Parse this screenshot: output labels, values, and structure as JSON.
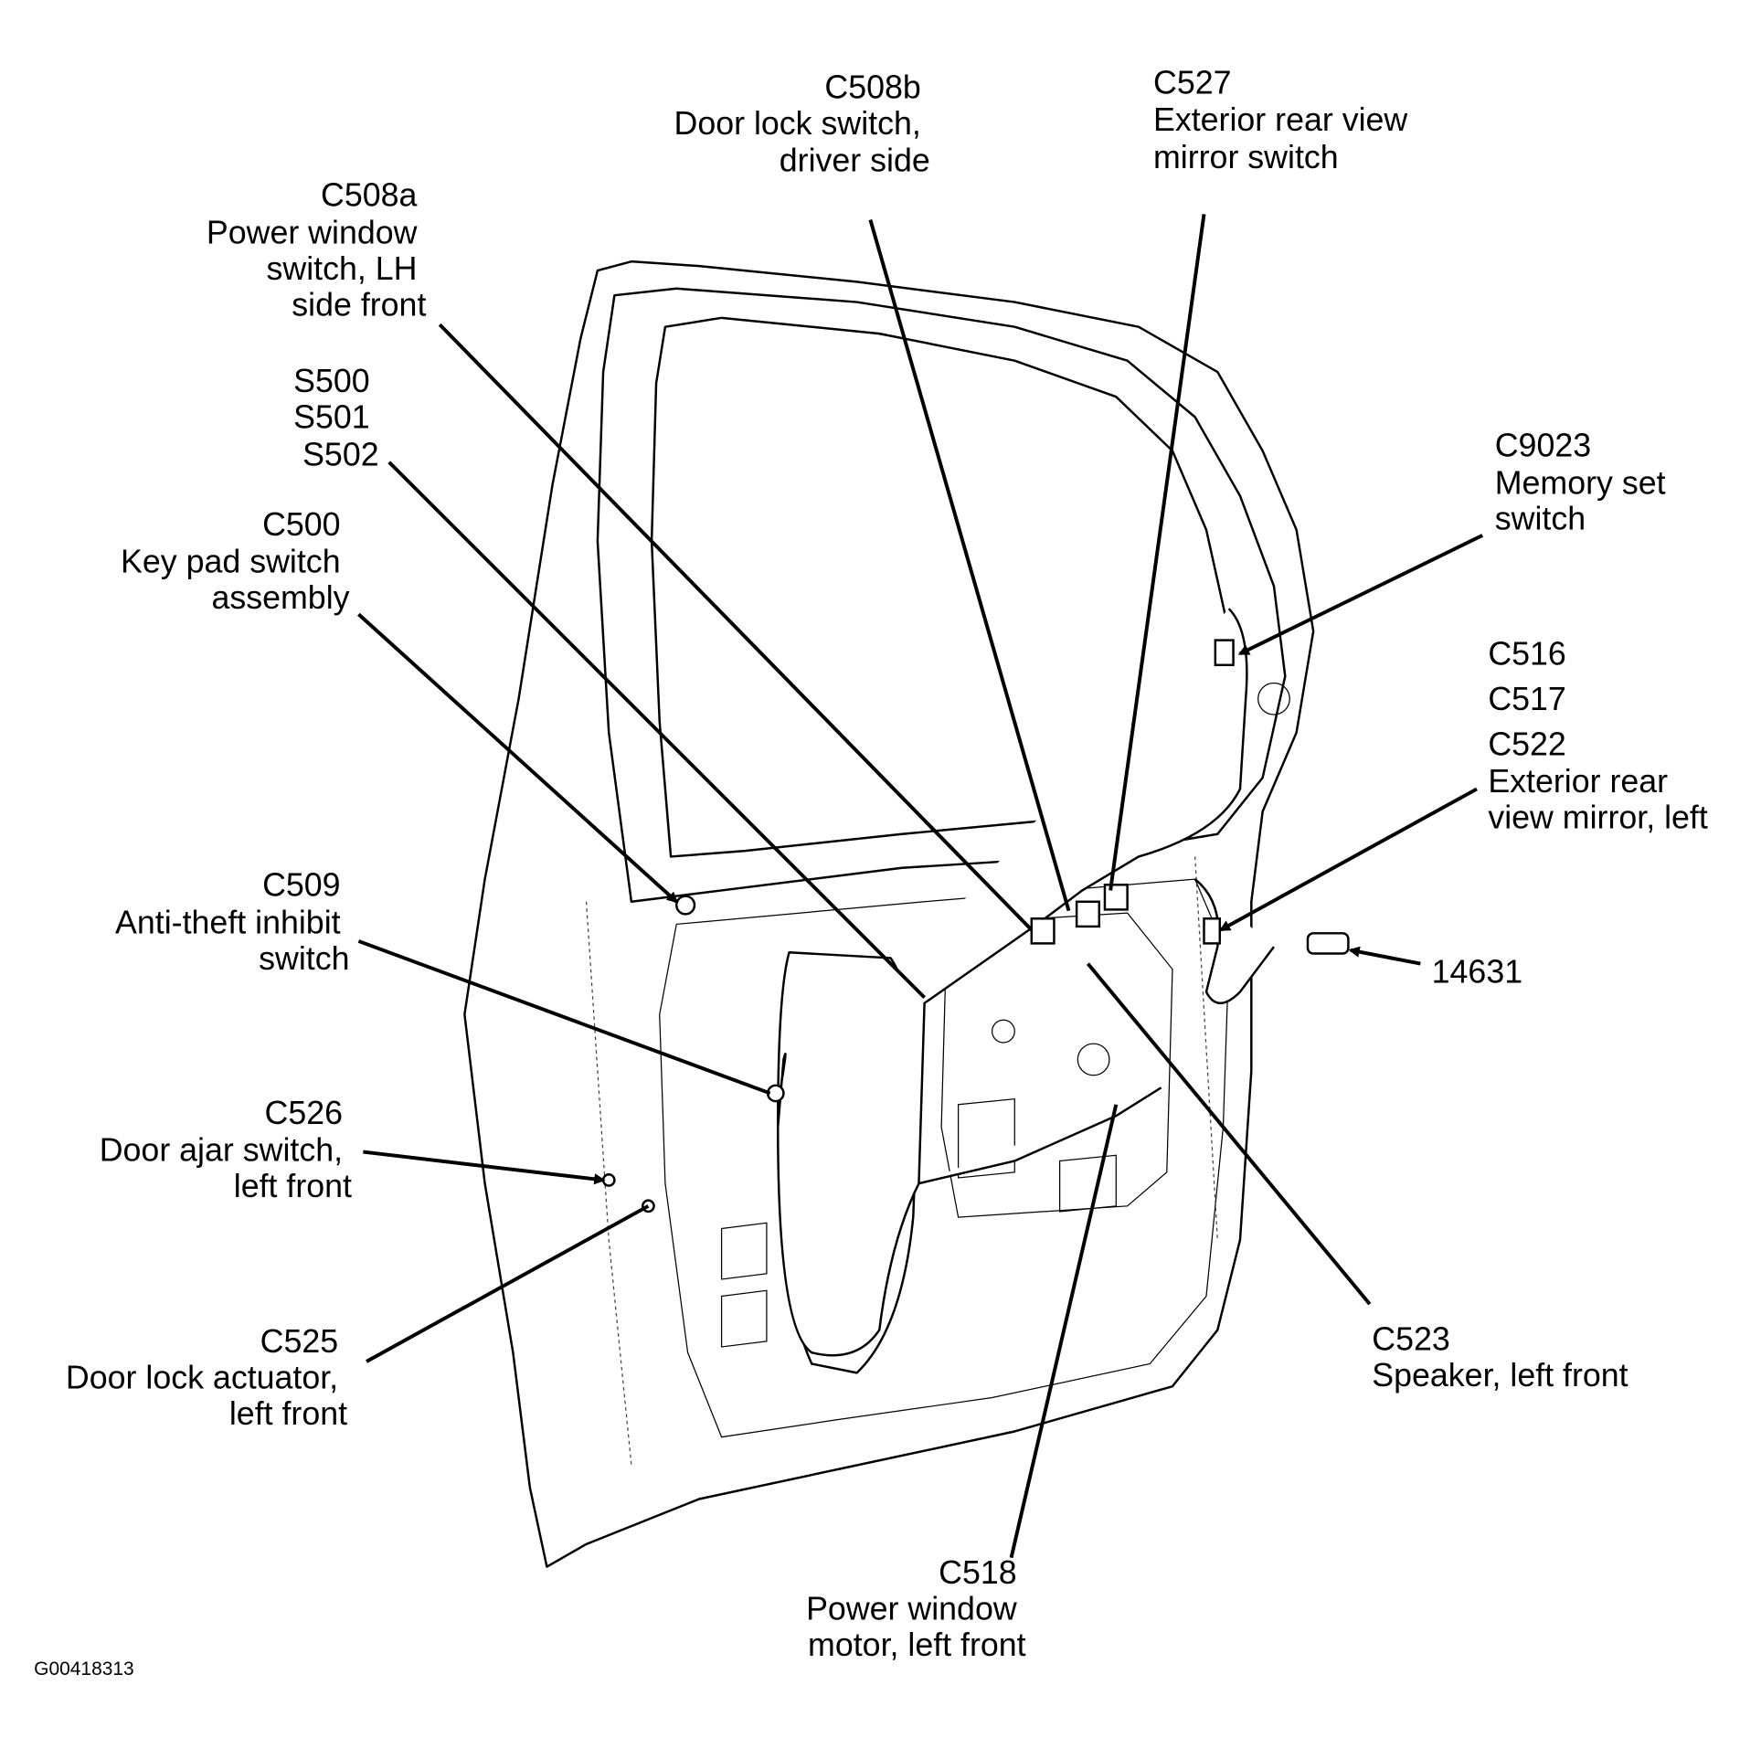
{
  "figure_code": "G00418313",
  "callouts": {
    "c508b": {
      "lines": [
        "C508b",
        "Door lock switch,",
        "driver side"
      ]
    },
    "c527": {
      "lines": [
        "C527",
        "Exterior rear view",
        "mirror switch"
      ]
    },
    "c508a": {
      "lines": [
        "C508a",
        "Power window",
        "switch, LH",
        "side front"
      ]
    },
    "s500": {
      "lines": [
        "S500",
        "S501",
        "S502"
      ]
    },
    "c500": {
      "lines": [
        "C500",
        "Key pad switch",
        "assembly"
      ]
    },
    "c9023": {
      "lines": [
        "C9023",
        "Memory set",
        "switch"
      ]
    },
    "c516": {
      "lines": [
        "C516",
        "C517",
        "C522",
        "Exterior rear",
        "view mirror, left"
      ]
    },
    "c509": {
      "lines": [
        "C509",
        "Anti-theft inhibit",
        "switch"
      ]
    },
    "p14631": {
      "lines": [
        "14631"
      ]
    },
    "c526": {
      "lines": [
        "C526",
        "Door ajar switch,",
        "left front"
      ]
    },
    "c525": {
      "lines": [
        "C525",
        "Door lock actuator,",
        "left front"
      ]
    },
    "c523": {
      "lines": [
        "C523",
        "Speaker, left front"
      ]
    },
    "c518": {
      "lines": [
        "C518",
        "Power window",
        "motor, left front"
      ]
    }
  }
}
